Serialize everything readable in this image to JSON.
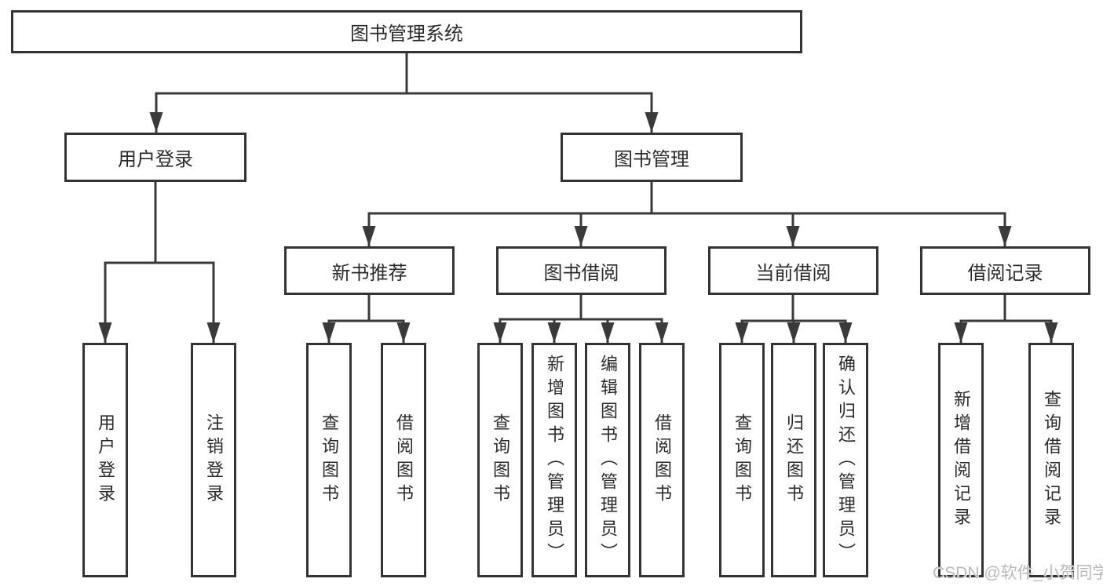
{
  "tree": {
    "root": {
      "label": "图书管理系统",
      "children": [
        {
          "label": "用户登录",
          "children": [
            {
              "label": "用户登录"
            },
            {
              "label": "注销登录"
            }
          ]
        },
        {
          "label": "图书管理",
          "children": [
            {
              "label": "新书推荐",
              "children": [
                {
                  "label": "查询图书"
                },
                {
                  "label": "借阅图书"
                }
              ]
            },
            {
              "label": "图书借阅",
              "children": [
                {
                  "label": "查询图书"
                },
                {
                  "label": "新增图书（管理员）"
                },
                {
                  "label": "编辑图书（管理员）"
                },
                {
                  "label": "借阅图书"
                }
              ]
            },
            {
              "label": "当前借阅",
              "children": [
                {
                  "label": "查询图书"
                },
                {
                  "label": "归还图书"
                },
                {
                  "label": "确认归还（管理员）"
                }
              ]
            },
            {
              "label": "借阅记录",
              "children": [
                {
                  "label": "新增借阅记录"
                },
                {
                  "label": "查询借阅记录"
                }
              ]
            }
          ]
        }
      ]
    }
  },
  "watermark": {
    "text": "CSDN @软件_小贺同学"
  },
  "colors": {
    "line": "#3a3a3a",
    "box_border": "#333333",
    "box_fill": "#ffffff",
    "text": "#2b2b2b",
    "watermark": "#b9b9b9",
    "background": "#ffffff"
  }
}
